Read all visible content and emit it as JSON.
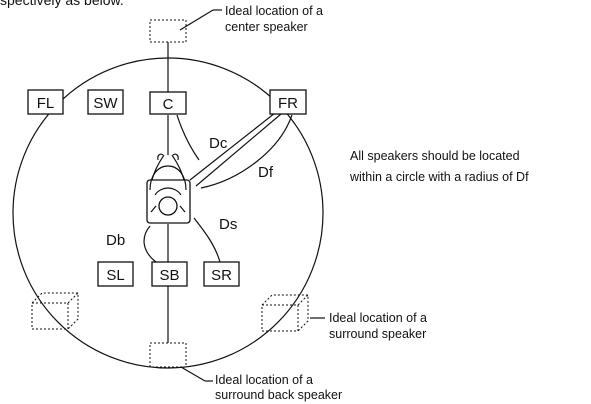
{
  "header_fragment": "spectively as below.",
  "callouts": {
    "center": {
      "line1": "Ideal location of a",
      "line2": "center speaker"
    },
    "surround": {
      "line1": "Ideal location of a",
      "line2": "surround speaker"
    },
    "surround_back": {
      "line1": "Ideal location of a",
      "line2": "surround back speaker"
    }
  },
  "note": {
    "line1": "All speakers should be located",
    "line2": "within a circle with a radius of Df"
  },
  "speakers": {
    "fl": "FL",
    "sw": "SW",
    "c": "C",
    "fr": "FR",
    "sl": "SL",
    "sb": "SB",
    "sr": "SR"
  },
  "distances": {
    "dc": "Dc",
    "df": "Df",
    "ds": "Ds",
    "db": "Db"
  }
}
